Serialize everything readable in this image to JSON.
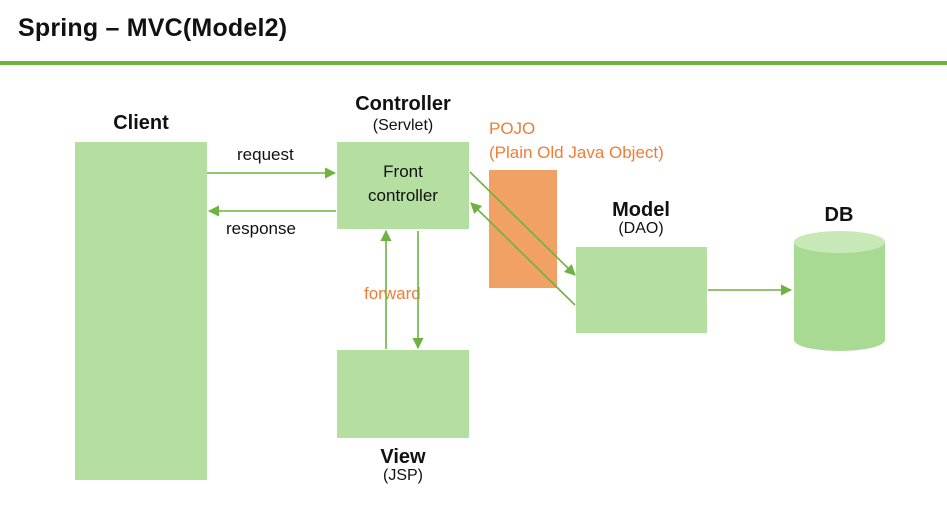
{
  "title": "Spring – MVC(Model2)",
  "nodes": {
    "client": {
      "label": "Client"
    },
    "controller": {
      "label": "Controller",
      "sublabel": "(Servlet)",
      "inner_line1": "Front",
      "inner_line2": "controller"
    },
    "model": {
      "label": "Model",
      "sublabel": "(DAO)"
    },
    "view": {
      "label": "View",
      "sublabel": "(JSP)"
    },
    "db": {
      "label": "DB"
    },
    "pojo": {
      "label": "POJO",
      "sublabel": "(Plain Old Java Object)"
    }
  },
  "edges": {
    "request": "request",
    "response": "response",
    "forward": "forward"
  },
  "colors": {
    "accent_green": "#6db33f",
    "box_fill": "#b4dfa0",
    "pojo_fill": "#f2a165",
    "pojo_text": "#ef7d38"
  }
}
